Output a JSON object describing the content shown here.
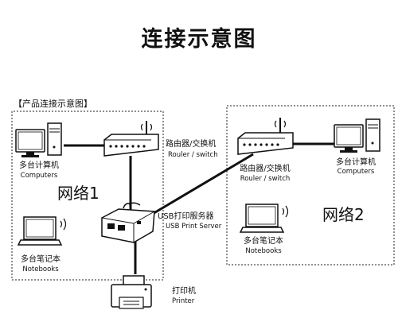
{
  "title": "连接示意图",
  "subtitle": "【产品连接示意图】",
  "network1": {
    "label": "网络1",
    "computers_cn": "多台计算机",
    "computers_en": "Computers",
    "router_cn": "路由器/交换机",
    "router_en": "Rouler / switch",
    "notebooks_cn": "多台笔记本",
    "notebooks_en": "Notebooks"
  },
  "network2": {
    "label": "网络2",
    "router_cn": "路由器/交换机",
    "router_en": "Rouler / switch",
    "computers_cn": "多台计算机",
    "computers_en": "Computers",
    "notebooks_cn": "多台笔记本",
    "notebooks_en": "Notebooks"
  },
  "server": {
    "cn": "USB打印服务器",
    "en": "USB Print Server"
  },
  "printer": {
    "cn": "打印机",
    "en": "Printer"
  },
  "colors": {
    "line": "#111111",
    "dashed": "#222222",
    "device_fill": "#ffffff"
  }
}
